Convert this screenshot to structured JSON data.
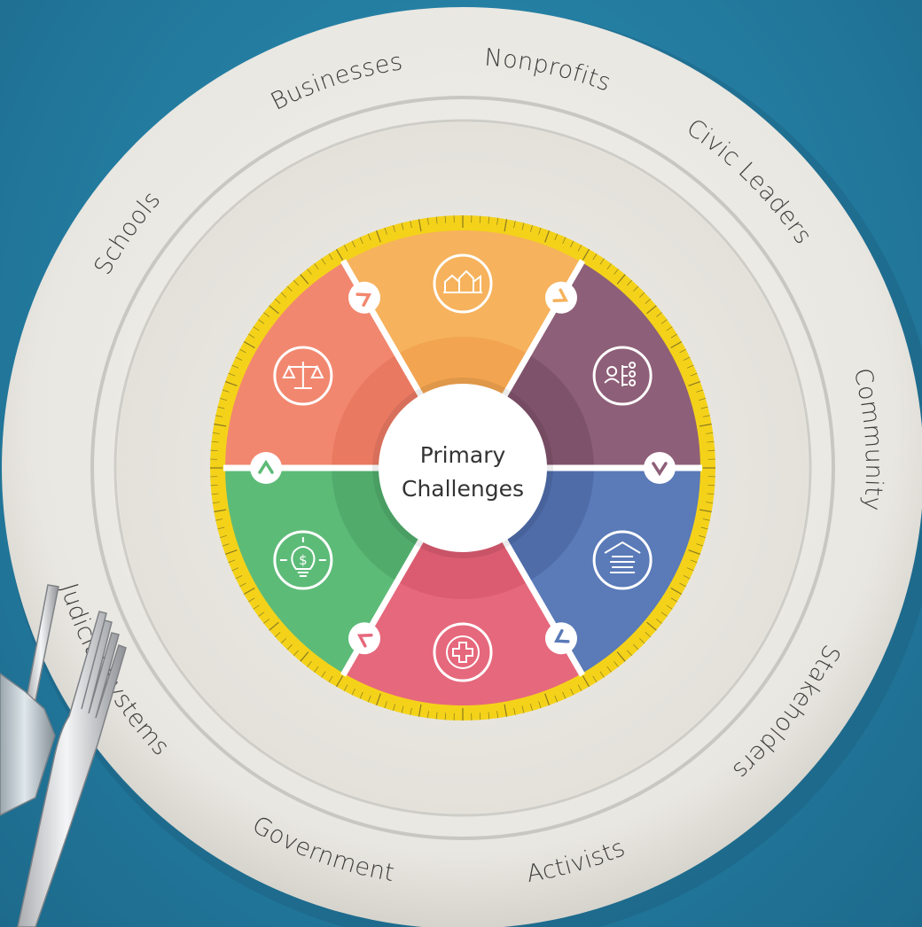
{
  "center": {
    "line1": "Primary",
    "line2": "Challenges"
  },
  "rim_labels": [
    {
      "text": "Nonprofits",
      "angle": -78
    },
    {
      "text": "Civic Leaders",
      "angle": -45
    },
    {
      "text": "Community",
      "angle": -4
    },
    {
      "text": "Stakeholders",
      "angle": 37
    },
    {
      "text": "Activists",
      "angle": 74
    },
    {
      "text": "Government",
      "angle": 110
    },
    {
      "text": "Judicial Systems",
      "angle": 150
    },
    {
      "text": "Schools",
      "angle": 215
    },
    {
      "text": "Businesses",
      "angle": 252
    }
  ],
  "segments": [
    {
      "name": "housing",
      "icon": "house-icon",
      "color": "#f6b25c",
      "inner": "#f1a14d",
      "angle": -90
    },
    {
      "name": "workforce",
      "icon": "people-hierarchy-icon",
      "color": "#8e5f78",
      "inner": "#7c5068",
      "angle": -30
    },
    {
      "name": "education",
      "icon": "books-icon",
      "color": "#5a7ab8",
      "inner": "#4d6aa6",
      "angle": 30
    },
    {
      "name": "health",
      "icon": "medical-cross-icon",
      "color": "#e6687c",
      "inner": "#d85a6f",
      "angle": 90
    },
    {
      "name": "economy",
      "icon": "lightbulb-dollar-icon",
      "color": "#5dbb78",
      "inner": "#4fa96a",
      "angle": 150
    },
    {
      "name": "justice",
      "icon": "scales-icon",
      "color": "#f2876f",
      "inner": "#e97760",
      "angle": 210
    }
  ],
  "colors": {
    "plate": "#ecebe6",
    "ruler": "#f4d21a",
    "background": "#237ca0"
  }
}
